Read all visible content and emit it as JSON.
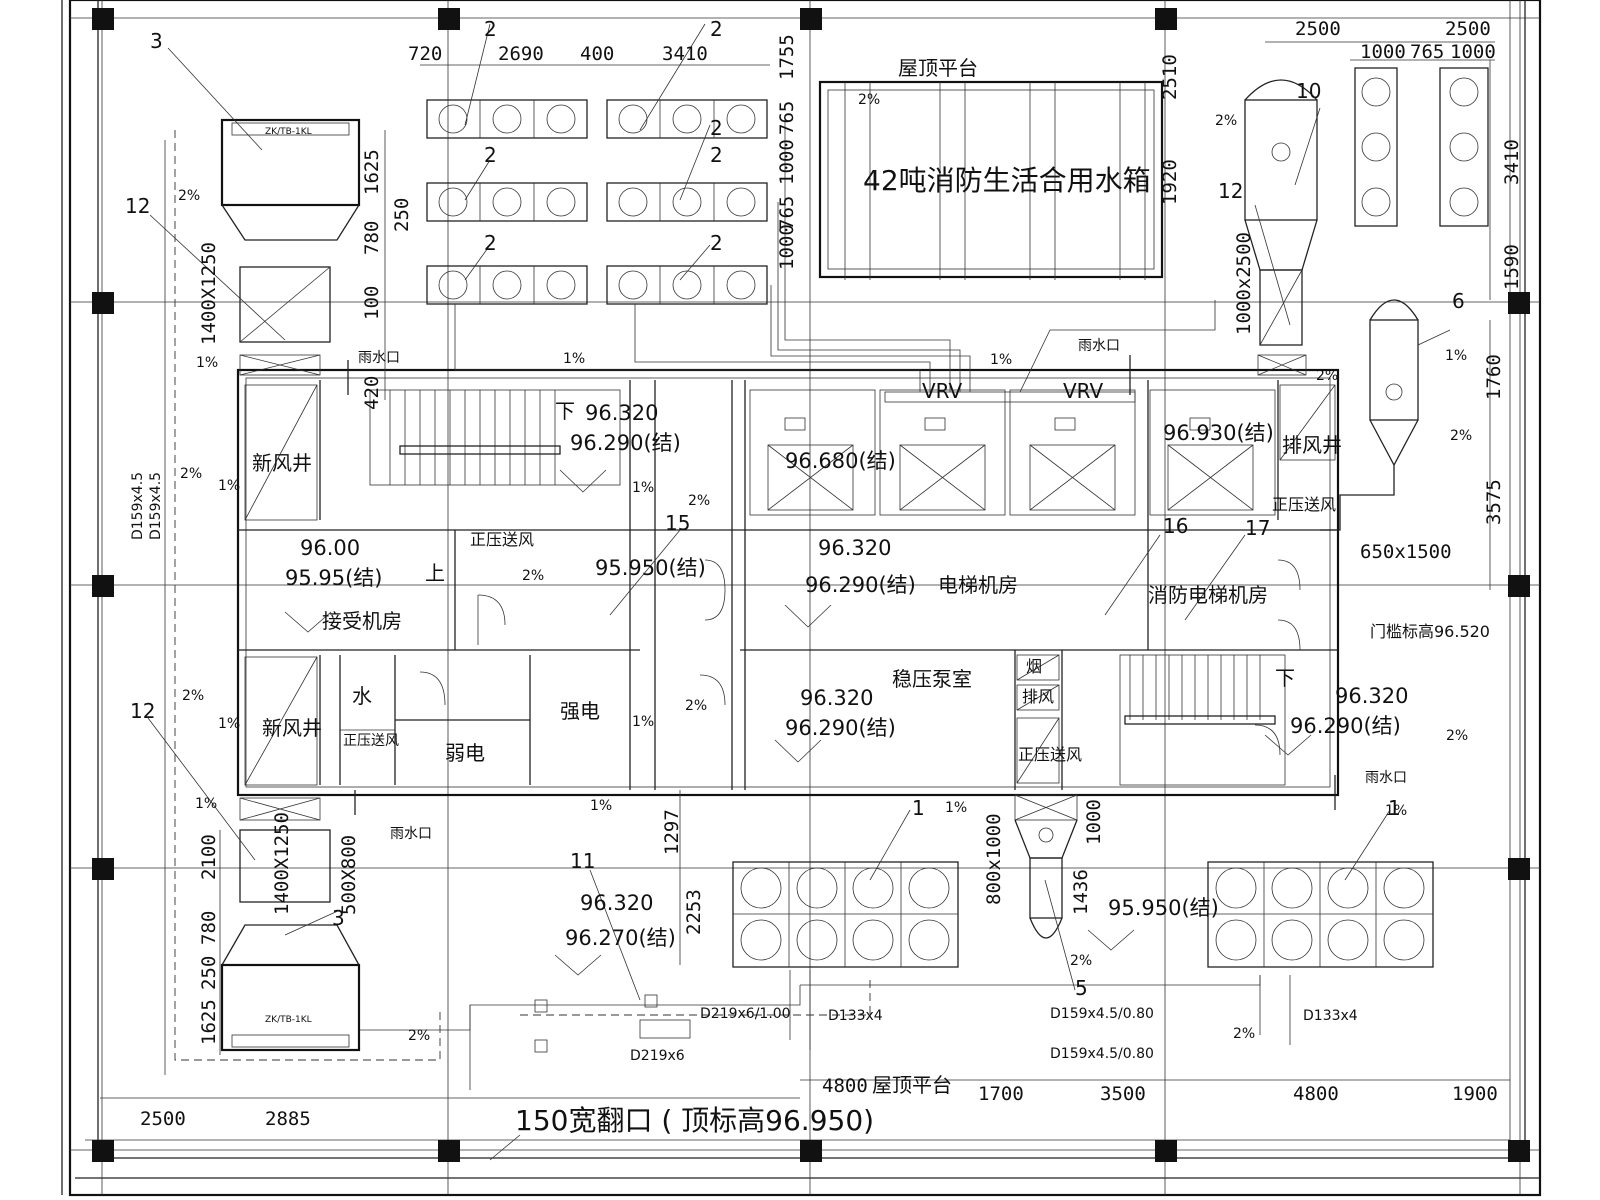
{
  "rooms": {
    "roof_platform_top": "屋顶平台",
    "water_tank": "42吨消防生活合用水箱",
    "fresh_air_shaft_1": "新风井",
    "fresh_air_shaft_2": "新风井",
    "receiving_room": "接受机房",
    "elevator_room": "电梯机房",
    "fire_elevator_room": "消防电梯机房",
    "pressure_pump_room": "稳压泵室",
    "water": "水",
    "strong_power": "强电",
    "weak_power": "弱电",
    "exhaust_shaft": "排风井",
    "pos_pressure_1": "正压送风",
    "pos_pressure_2": "正压送风",
    "pos_pressure_3": "正压送风",
    "pos_pressure_4": "正压送风",
    "smoke": "烟",
    "exhaust": "排风",
    "up": "上",
    "down_1": "下",
    "down_2": "下",
    "roof_platform_bottom": "屋顶平台"
  },
  "levels": {
    "stair_top_1": "96.320",
    "stair_top_2": "96.290(结)",
    "shaft_a": "96.680(结)",
    "shaft_b": "96.930(结)",
    "recv_1": "96.00",
    "recv_2": "95.95(结)",
    "corridor": "95.950(结)",
    "elev_1": "96.320",
    "elev_2": "96.290(结)",
    "pump_1": "96.320",
    "pump_2": "96.290(结)",
    "stair_r_1": "96.320",
    "stair_r_2": "96.290(结)",
    "bottom_1": "96.320",
    "bottom_2": "96.270(结)",
    "bottom_r": "95.950(结)",
    "threshold": "门槛标高96.520"
  },
  "labels": {
    "rain_1": "雨水口",
    "rain_2": "雨水口",
    "rain_3": "雨水口",
    "rain_4": "雨水口",
    "vrv_1": "VRV",
    "vrv_2": "VRV",
    "parapet": "150宽翻口 ( 顶标高96.950)",
    "pipe_1": "D159x4.5",
    "pipe_2": "D159x4.5",
    "pipe_3": "D219x6/1.00",
    "pipe_4": "D219x6",
    "pipe_5": "D133x4",
    "pipe_6": "D133x4",
    "pipe_7": "D159x4.5/0.80",
    "pipe_8": "D159x4.5/0.80",
    "unit_tag_top": "ZK/TB-1KL",
    "unit_tag_bottom": "ZK/TB-1KL"
  },
  "slopes": [
    "2%",
    "1%",
    "1%",
    "2%",
    "1%",
    "1%",
    "2%",
    "2%",
    "1%",
    "2%",
    "1%",
    "1%",
    "2%",
    "1%",
    "1%",
    "2%",
    "2%",
    "2%",
    "1%",
    "1%",
    "1%",
    "2%",
    "2%",
    "2%",
    "2%",
    "2%"
  ],
  "dims": {
    "top_720": "720",
    "top_2690": "2690",
    "top_400": "400",
    "top_3410": "3410",
    "top_1755": "1755",
    "top_765": "765",
    "top_1000": "1000",
    "top_765b": "765",
    "top_1000b": "1000",
    "r_2510": "2510",
    "r_1920": "1920",
    "r_2500a": "2500",
    "r_2500b": "2500",
    "r_1000a": "1000",
    "r_765": "765",
    "r_1000b": "1000",
    "r_3410": "3410",
    "r_1590": "1590",
    "r_1760": "1760",
    "r_3575": "3575",
    "r_650x1500": "650x1500",
    "r_1000x2500": "1000x2500",
    "l_1625": "1625",
    "l_250": "250",
    "l_780": "780",
    "l_100": "100",
    "l_420": "420",
    "l_1400x1250a": "1400X1250",
    "l_1400x1250b": "1400X1250",
    "l_500x800": "500X800",
    "l_2100": "2100",
    "l_780b": "780",
    "l_250b": "250",
    "l_1625b": "1625",
    "m_1297": "1297",
    "m_2253": "2253",
    "m_800x1000": "800x1000",
    "m_1000": "1000",
    "m_1436": "1436",
    "b_2500": "2500",
    "b_2885": "2885",
    "b_4800a": "4800",
    "b_1700": "1700",
    "b_3500": "3500",
    "b_4800b": "4800",
    "b_1900": "1900"
  },
  "tags": {
    "n1a": "1",
    "n1b": "1",
    "n2a": "2",
    "n2b": "2",
    "n2c": "2",
    "n2d": "2",
    "n2e": "2",
    "n2f": "2",
    "n2g": "2",
    "n3a": "3",
    "n3b": "3",
    "n5": "5",
    "n6": "6",
    "n10": "10",
    "n11": "11",
    "n12a": "12",
    "n12b": "12",
    "n12c": "12",
    "n15": "15",
    "n16": "16",
    "n17": "17"
  }
}
